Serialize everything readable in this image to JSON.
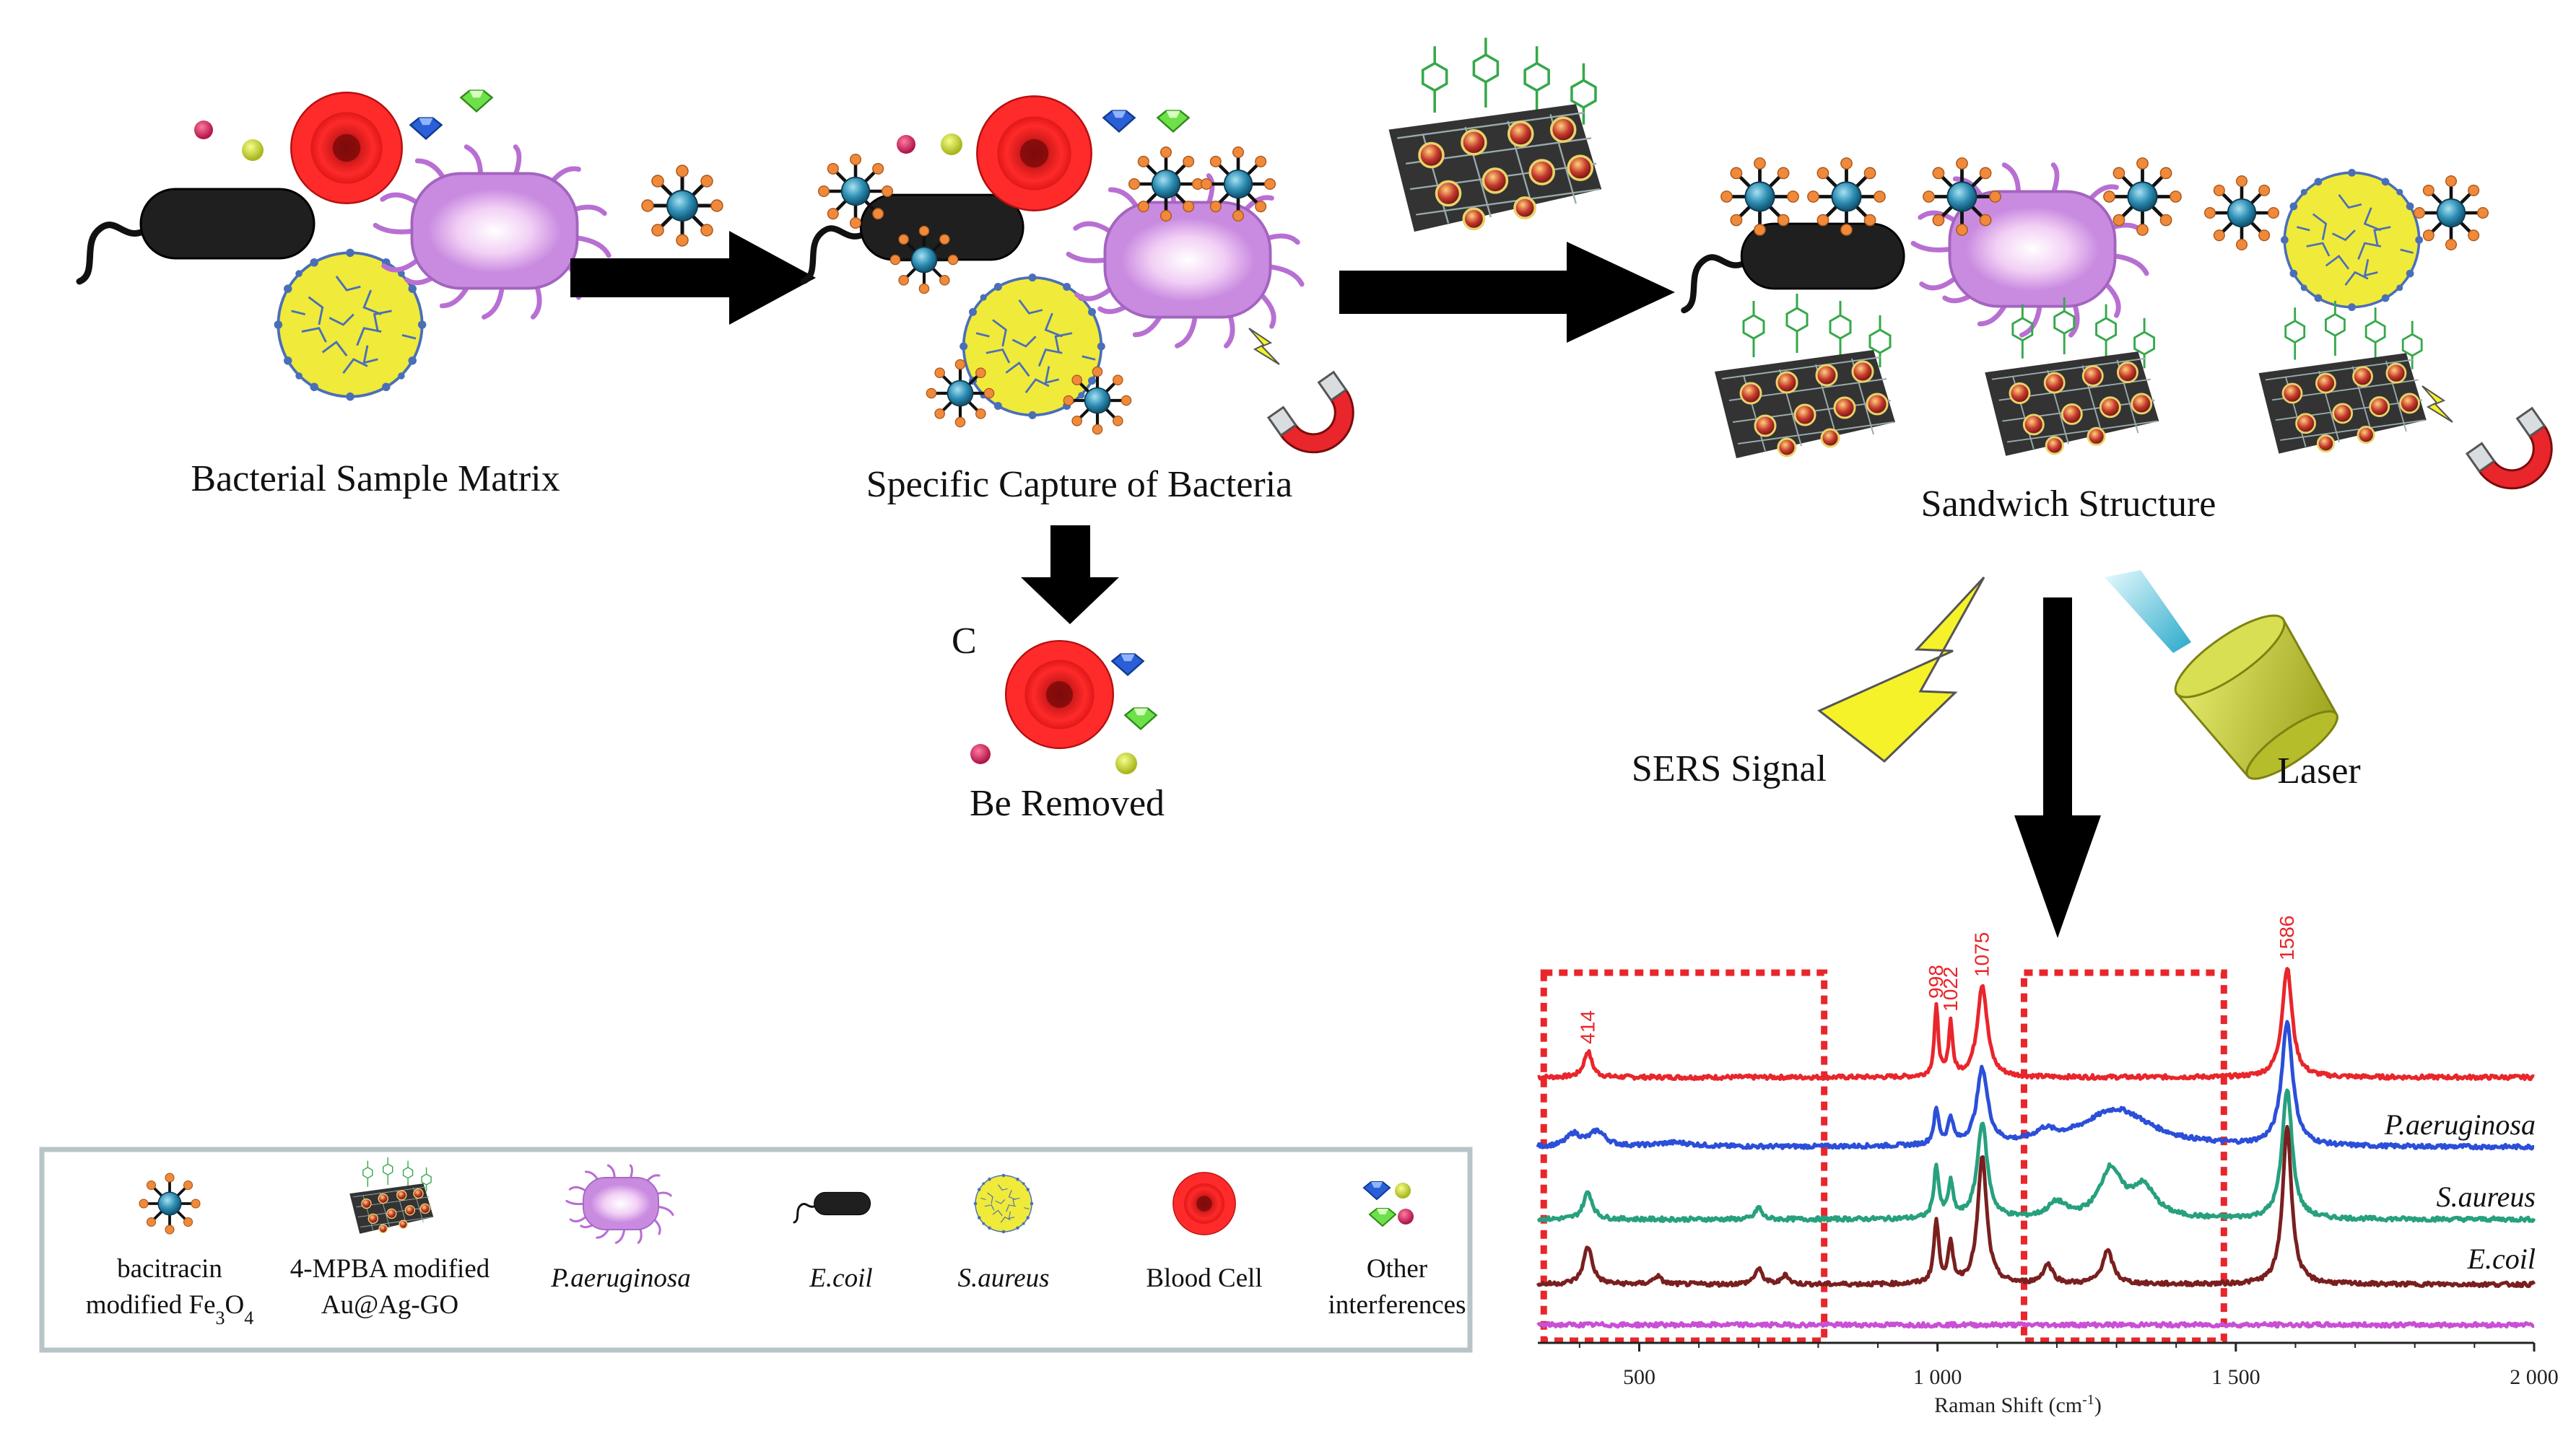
{
  "colors": {
    "ecoli": "#1f1f1f",
    "paeruginosa": "#c98be0",
    "saureus": "#f0ea3a",
    "blood_cell": "#e8262b",
    "fe3o4_core": "#2f8fb5",
    "ligand": "#f08a3a",
    "mpba_green": "#35a84a",
    "au_ag": "#c6382e",
    "arrow": "#000000",
    "signal": "#f6f22a",
    "laser_body": "#c9cf32",
    "box_red": "#e8262b",
    "legend_border": "#b8c4c8"
  },
  "stages": {
    "stage1_label": "Bacterial Sample Matrix",
    "stage2_label": "Specific Capture of Bacteria",
    "stage3_label": "Sandwich Structure",
    "removed_label": "Be Removed",
    "removed_marker": "C",
    "sers_signal_label": "SERS Signal",
    "laser_label": "Laser"
  },
  "legend": {
    "items": [
      {
        "icon": "fe3o4-nanoparticle-icon",
        "line1": "bacitracin",
        "line2": "modified Fe",
        "sub": "3",
        "mid": "O",
        "sub2": "4"
      },
      {
        "icon": "mpba-au-ag-go-icon",
        "line1": "4-MPBA modified",
        "line2": "Au@Ag-GO"
      },
      {
        "icon": "p-aeruginosa-icon",
        "line1": "P.aeruginosa"
      },
      {
        "icon": "e-coli-icon",
        "line1": "E.coil"
      },
      {
        "icon": "s-aureus-icon",
        "line1": "S.aureus"
      },
      {
        "icon": "blood-cell-icon",
        "line1": "Blood Cell"
      },
      {
        "icon": "other-interferences-icon",
        "line1": "Other",
        "line2": "interferences"
      }
    ]
  },
  "chart_data": {
    "type": "line",
    "title": "",
    "xlabel": "Raman Shift (cm",
    "xlabel_sup": "-1",
    "xlabel_tail": ")",
    "ylabel": "",
    "xlim": [
      330,
      2000
    ],
    "xticks": [
      500,
      1000,
      1500,
      2000
    ],
    "xtick_labels": [
      "500",
      "1 000",
      "1 500",
      "2 000"
    ],
    "grid": false,
    "legend_placement": "right, beside each trace",
    "peak_labels": [
      {
        "x": 414,
        "label": "414"
      },
      {
        "x": 998,
        "label": "998"
      },
      {
        "x": 1022,
        "label": "1022"
      },
      {
        "x": 1075,
        "label": "1075"
      },
      {
        "x": 1586,
        "label": "1586"
      }
    ],
    "highlight_regions": [
      [
        340,
        810
      ],
      [
        1145,
        1480
      ]
    ],
    "series": [
      {
        "color": "#e8262b",
        "baseline": 0,
        "peaks": [
          [
            414,
            38,
            8
          ],
          [
            998,
            100,
            4
          ],
          [
            1022,
            78,
            4
          ],
          [
            1075,
            135,
            10
          ],
          [
            1586,
            160,
            10
          ]
        ]
      },
      {
        "name": "P.aeruginosa",
        "color": "#2b4fd8",
        "baseline": 0,
        "peaks": [
          [
            390,
            18,
            14
          ],
          [
            430,
            22,
            16
          ],
          [
            560,
            6,
            40
          ],
          [
            998,
            50,
            5
          ],
          [
            1022,
            38,
            5
          ],
          [
            1075,
            110,
            11
          ],
          [
            1180,
            15,
            20
          ],
          [
            1300,
            55,
            70
          ],
          [
            1586,
            180,
            11
          ]
        ]
      },
      {
        "name": "S.aureus",
        "color": "#27a07e",
        "baseline": 0,
        "peaks": [
          [
            414,
            40,
            9
          ],
          [
            700,
            18,
            6
          ],
          [
            998,
            75,
            5
          ],
          [
            1022,
            50,
            5
          ],
          [
            1075,
            140,
            10
          ],
          [
            1200,
            22,
            18
          ],
          [
            1290,
            70,
            22
          ],
          [
            1345,
            45,
            25
          ],
          [
            1586,
            190,
            10
          ]
        ]
      },
      {
        "name": "E.coil",
        "color": "#7a1f1f",
        "baseline": 0,
        "peaks": [
          [
            414,
            55,
            9
          ],
          [
            530,
            12,
            8
          ],
          [
            700,
            22,
            8
          ],
          [
            745,
            15,
            6
          ],
          [
            998,
            90,
            5
          ],
          [
            1022,
            55,
            5
          ],
          [
            1075,
            185,
            9
          ],
          [
            1185,
            28,
            10
          ],
          [
            1285,
            48,
            11
          ],
          [
            1586,
            230,
            9
          ]
        ]
      },
      {
        "color": "#c94fd4",
        "baseline": 0,
        "peaks": []
      }
    ]
  }
}
